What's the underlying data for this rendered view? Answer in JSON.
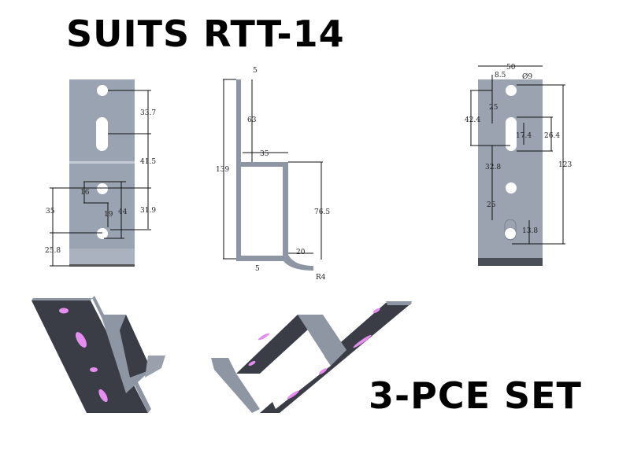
{
  "header": {
    "title": "SUITS RTT-14"
  },
  "footer": {
    "subtitle": "3-PCE SET"
  },
  "front_view": {
    "dims": {
      "a": "33.7",
      "b": "41.5",
      "c": "31.9",
      "d": "16",
      "e": "19",
      "f": "44",
      "g": "35",
      "h": "25.8"
    }
  },
  "side_view": {
    "dims": {
      "thickness_top": "5",
      "upper": "63",
      "total": "139",
      "depth": "35",
      "box_height": "76.5",
      "lip": "20",
      "thickness_bottom": "5",
      "radius": "R4"
    }
  },
  "rear_view": {
    "dims": {
      "width": "50",
      "hole_offset": "8.5",
      "hole_dia": "Ø9",
      "s1": "25",
      "s2": "42.4",
      "slot": "17.4",
      "slot_outer": "26.4",
      "s3": "32.8",
      "total": "123",
      "s4": "25",
      "s5": "13.8"
    }
  },
  "colors": {
    "metal": "#8e96a3",
    "metal_dark": "#3a3d45",
    "hole_highlight": "#e58ef0"
  }
}
